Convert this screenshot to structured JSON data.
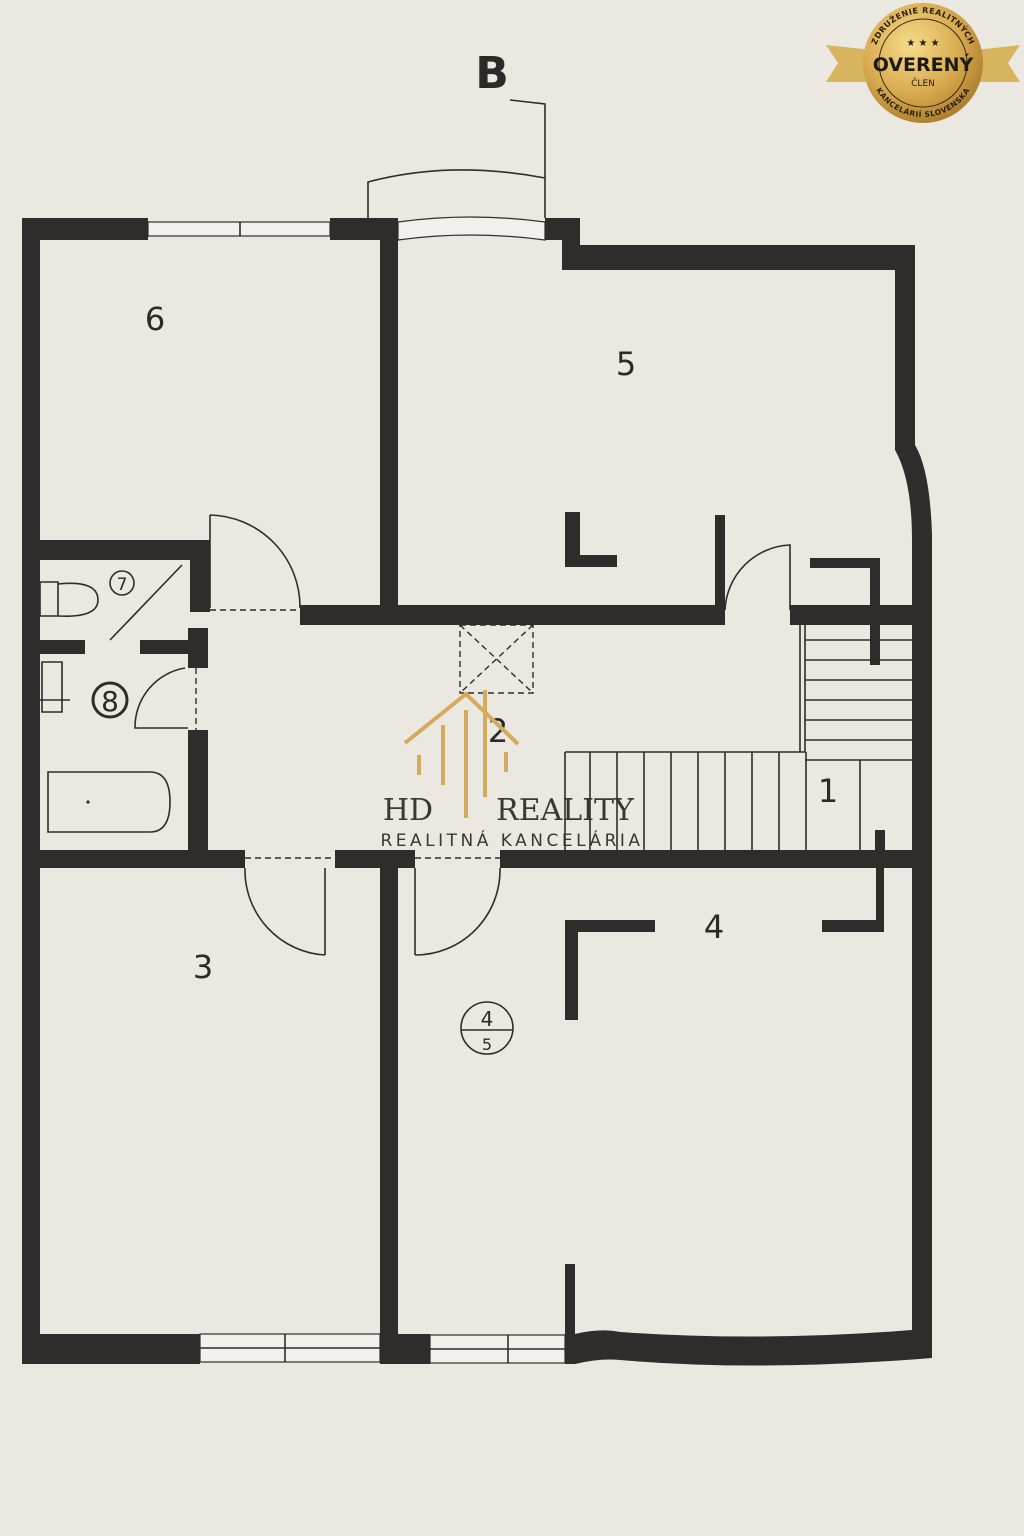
{
  "plan": {
    "entrance_label": "B",
    "rooms": [
      {
        "id": "1",
        "label": "1"
      },
      {
        "id": "2",
        "label": "2"
      },
      {
        "id": "3",
        "label": "3"
      },
      {
        "id": "4",
        "label": "4"
      },
      {
        "id": "5",
        "label": "5"
      },
      {
        "id": "6",
        "label": "6"
      },
      {
        "id": "7",
        "label": "7"
      },
      {
        "id": "8",
        "label": "8"
      }
    ],
    "section_marker": {
      "top": "4",
      "bottom": "5"
    }
  },
  "watermark": {
    "brand_left": "HD",
    "brand_right": "REALITY",
    "subtitle": "REALITNÁ KANCELÁRIA",
    "color": "#d4aa5c"
  },
  "badge": {
    "top_text": "ZDRUŽENIE REALITNÝCH",
    "main": "OVERENÝ",
    "sub": "ČLEN",
    "bottom_text": "KANCELÁRIÍ SLOVENSKA",
    "color": "#d9b45e"
  },
  "colors": {
    "background": "#ebe8e2",
    "walls": "#2f2d2b"
  }
}
